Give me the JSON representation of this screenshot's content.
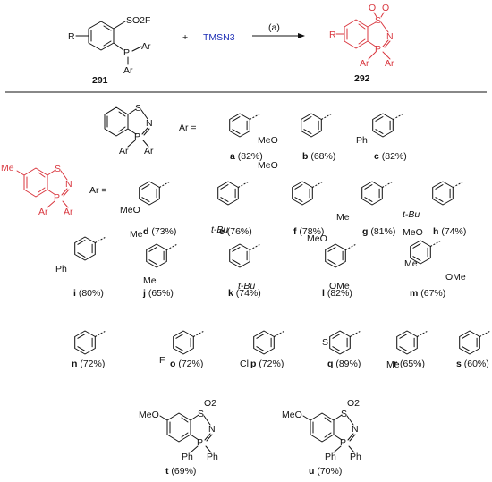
{
  "reaction": {
    "reactant_label": "291",
    "reagent": "TMSN3",
    "condition": "(a)",
    "product_label": "292",
    "r": "R",
    "so2f": "SO2F",
    "ar": "Ar",
    "p": "P",
    "plus": "+",
    "s": "S",
    "n": "N",
    "o": "O"
  },
  "series1": {
    "ar_label": "Ar  =",
    "entries": [
      {
        "letter": "a",
        "yield": "(82%)",
        "substituent": ""
      },
      {
        "letter": "b",
        "yield": "(68%)",
        "substituent": "MeO"
      },
      {
        "letter": "c",
        "yield": "(82%)",
        "substituent": "Ph"
      }
    ]
  },
  "series2": {
    "ar_label": "Ar  =",
    "me": "Me",
    "entries": [
      {
        "letter": "d",
        "yield": "(73%)"
      },
      {
        "letter": "e",
        "yield": "(76%)"
      },
      {
        "letter": "f",
        "yield": "(78%)"
      },
      {
        "letter": "g",
        "yield": "(81%)"
      },
      {
        "letter": "h",
        "yield": "(74%)"
      },
      {
        "letter": "i",
        "yield": "(80%)"
      },
      {
        "letter": "j",
        "yield": "(65%)"
      },
      {
        "letter": "k",
        "yield": "(74%)"
      },
      {
        "letter": "l",
        "yield": "(82%)"
      },
      {
        "letter": "m",
        "yield": "(67%)"
      },
      {
        "letter": "n",
        "yield": "(72%)"
      },
      {
        "letter": "o",
        "yield": "(72%)"
      },
      {
        "letter": "p",
        "yield": "(72%)"
      },
      {
        "letter": "q",
        "yield": "(89%)"
      },
      {
        "letter": "r",
        "yield": "(65%)"
      },
      {
        "letter": "s",
        "yield": "(60%)"
      }
    ]
  },
  "substituents": {
    "meo": "MeO",
    "me": "Me",
    "tbu": "t-Bu",
    "ph": "Ph",
    "ome": "OMe",
    "f": "F",
    "cl": "Cl",
    "s": "S"
  },
  "extra": {
    "entries": [
      {
        "letter": "t",
        "yield": "(69%)"
      },
      {
        "letter": "u",
        "yield": "(70%)"
      }
    ],
    "meo": "MeO",
    "o2": "O2",
    "ph": "Ph"
  }
}
